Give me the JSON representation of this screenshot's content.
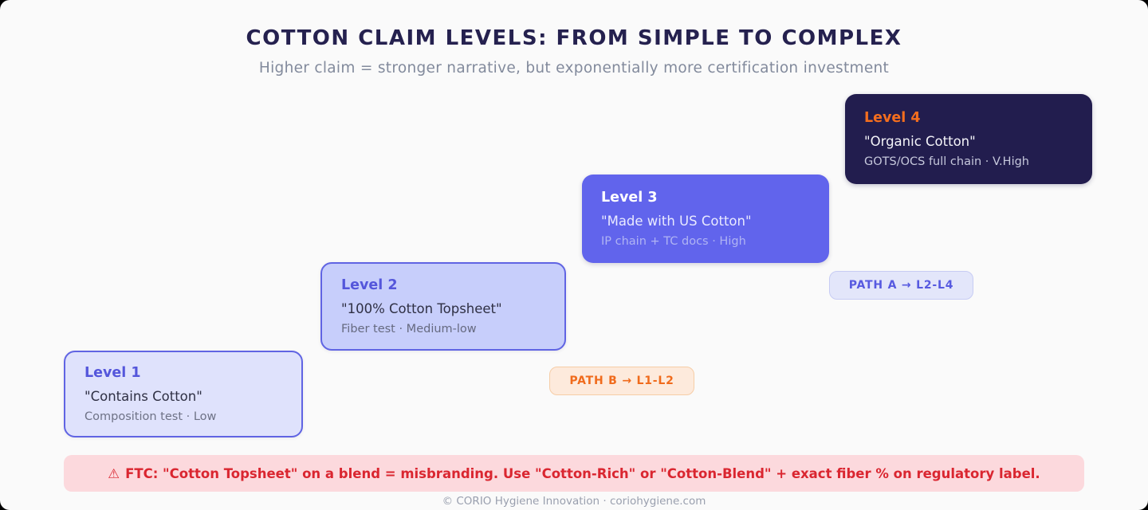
{
  "page": {
    "title": "COTTON CLAIM LEVELS: FROM SIMPLE TO COMPLEX",
    "subtitle": "Higher claim = stronger narrative, but exponentially more certification investment",
    "footer": "© CORIO Hygiene Innovation · coriohygiene.com"
  },
  "levels": [
    {
      "name": "Level 1",
      "claim": "\"Contains Cotton\"",
      "detail": "Composition test · Low"
    },
    {
      "name": "Level 2",
      "claim": "\"100% Cotton Topsheet\"",
      "detail": "Fiber test · Medium-low"
    },
    {
      "name": "Level 3",
      "claim": "\"Made with US Cotton\"",
      "detail": "IP chain + TC docs · High"
    },
    {
      "name": "Level 4",
      "claim": "\"Organic Cotton\"",
      "detail": "GOTS/OCS full chain · V.High"
    }
  ],
  "paths": [
    {
      "label": "PATH A → L2-L4"
    },
    {
      "label": "PATH B → L1-L2"
    }
  ],
  "warning": {
    "icon": "⚠",
    "text": "FTC: \"Cotton Topsheet\" on a blend = misbranding. Use \"Cotton-Rich\" or \"Cotton-Blend\" + exact fiber % on regulatory label."
  },
  "colors": {
    "canvas_bg": "#fafafa",
    "title_navy": "#25214f",
    "subtitle_gray": "#828a9c",
    "level1_bg": "#dfe2fc",
    "level2_bg": "#c7cefb",
    "level3_bg": "#6164ec",
    "level4_bg": "#221d4e",
    "level_border_purple": "#6064e3",
    "level_heading_purple": "#5456db",
    "level4_heading_orange": "#f46e1e",
    "path_a_text": "#575ae0",
    "path_a_bg": "#e3e6fa",
    "path_b_text": "#f06b1c",
    "path_b_bg": "#fdeadc",
    "warning_bg": "#fcd9dd",
    "warning_text": "#da2630"
  }
}
